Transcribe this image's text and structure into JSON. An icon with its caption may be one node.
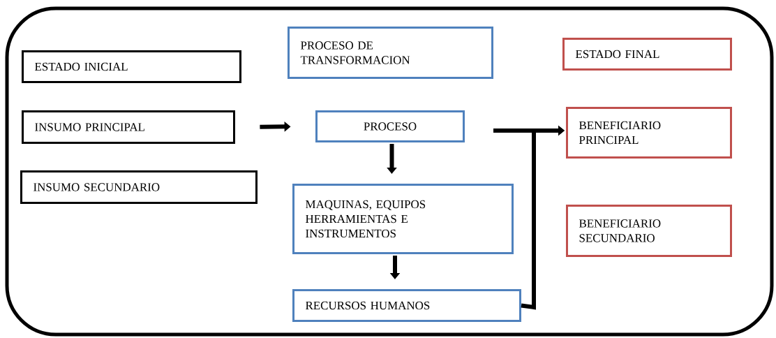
{
  "diagram": {
    "nodes": [
      {
        "text": [],
        "shape": "box"
      },
      {
        "text": [
          "ESTADO INICIAL"
        ],
        "in": 0
      },
      {
        "text": [
          "PROCESO DE TRANSFORMACION"
        ],
        "in": 0
      },
      {
        "text": [
          "ESTADO FINAL"
        ],
        "in": 0
      },
      {
        "text": [
          "INSUMO PRINCIPAL"
        ],
        "in": 0
      },
      {
        "text": [
          "PROCESO"
        ],
        "in": 0
      },
      {
        "text": [
          "BENEFICIARIO PRINCIPAL"
        ],
        "in": 0
      },
      {
        "text": [
          "INSUMO SECUNDARIO"
        ],
        "in": 0
      },
      {
        "text": [
          "MAQUINAS, EQUIPOS HERRAMIENTAS E INSTRUMENTOS"
        ],
        "in": 0
      },
      {
        "text": [
          "BENEFICIARIO SECUNDARIO"
        ],
        "in": 0
      },
      {
        "text": [
          "RECURSOS HUMANOS"
        ],
        "in": 0
      }
    ],
    "edges": [
      {
        "from": 4,
        "to": 5,
        "arrow": "to"
      },
      {
        "from": 5,
        "to": 8,
        "arrow": "to"
      },
      {
        "from": 8,
        "to": 10,
        "arrow": "to"
      },
      {
        "from": 5,
        "to": 6,
        "arrow": "to"
      },
      {
        "from": 10,
        "to": 6,
        "arrow": "to"
      }
    ]
  }
}
